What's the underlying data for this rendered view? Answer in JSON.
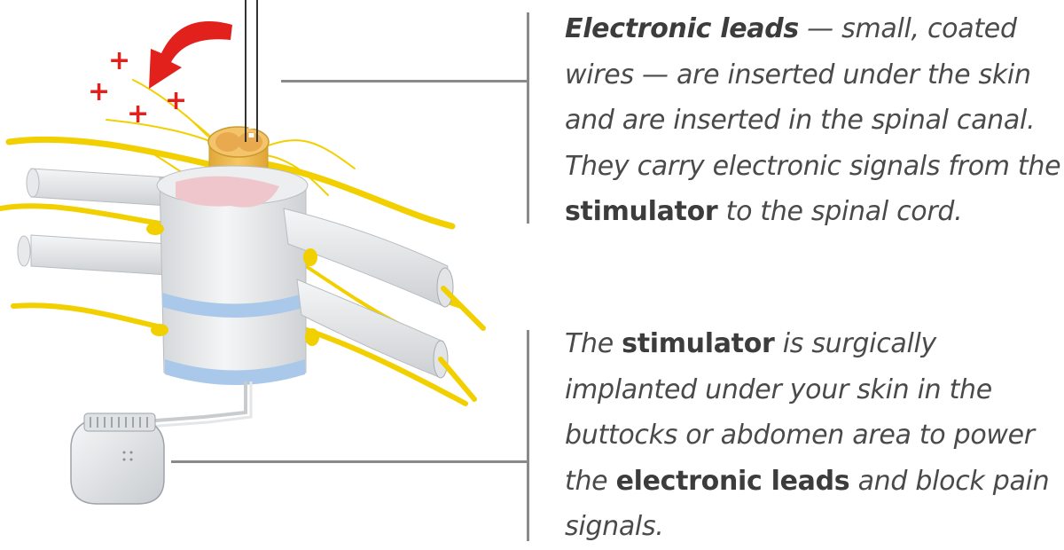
{
  "callouts": {
    "leads": {
      "part1_bold": "Electronic leads",
      "part2": " — small, coated wires — are inserted under the skin and are inserted in the spinal canal. They carry electronic signals from the ",
      "part3_bold": "stimulator",
      "part4": " to the spinal cord."
    },
    "stimulator": {
      "part1": "The ",
      "part2_bold": "stimulator",
      "part3": " is surgically implanted under your skin in the buttocks or abdomen area to power the ",
      "part4_bold": "electronic leads",
      "part5": " and block pain signals."
    }
  },
  "illustration": {
    "plus_signs": [
      "+",
      "+",
      "+",
      "+"
    ],
    "colors": {
      "nerve": "#f2d000",
      "nerve_dark": "#d9b800",
      "vertebra": "#e6e8ea",
      "disc": "#a9c8ea",
      "cord": "#f0b84a",
      "pink": "#efc6cc",
      "arrow": "#e2211c",
      "plus": "#e2211c",
      "leader": "#8a8a8a",
      "text": "#4a4a4a"
    }
  }
}
